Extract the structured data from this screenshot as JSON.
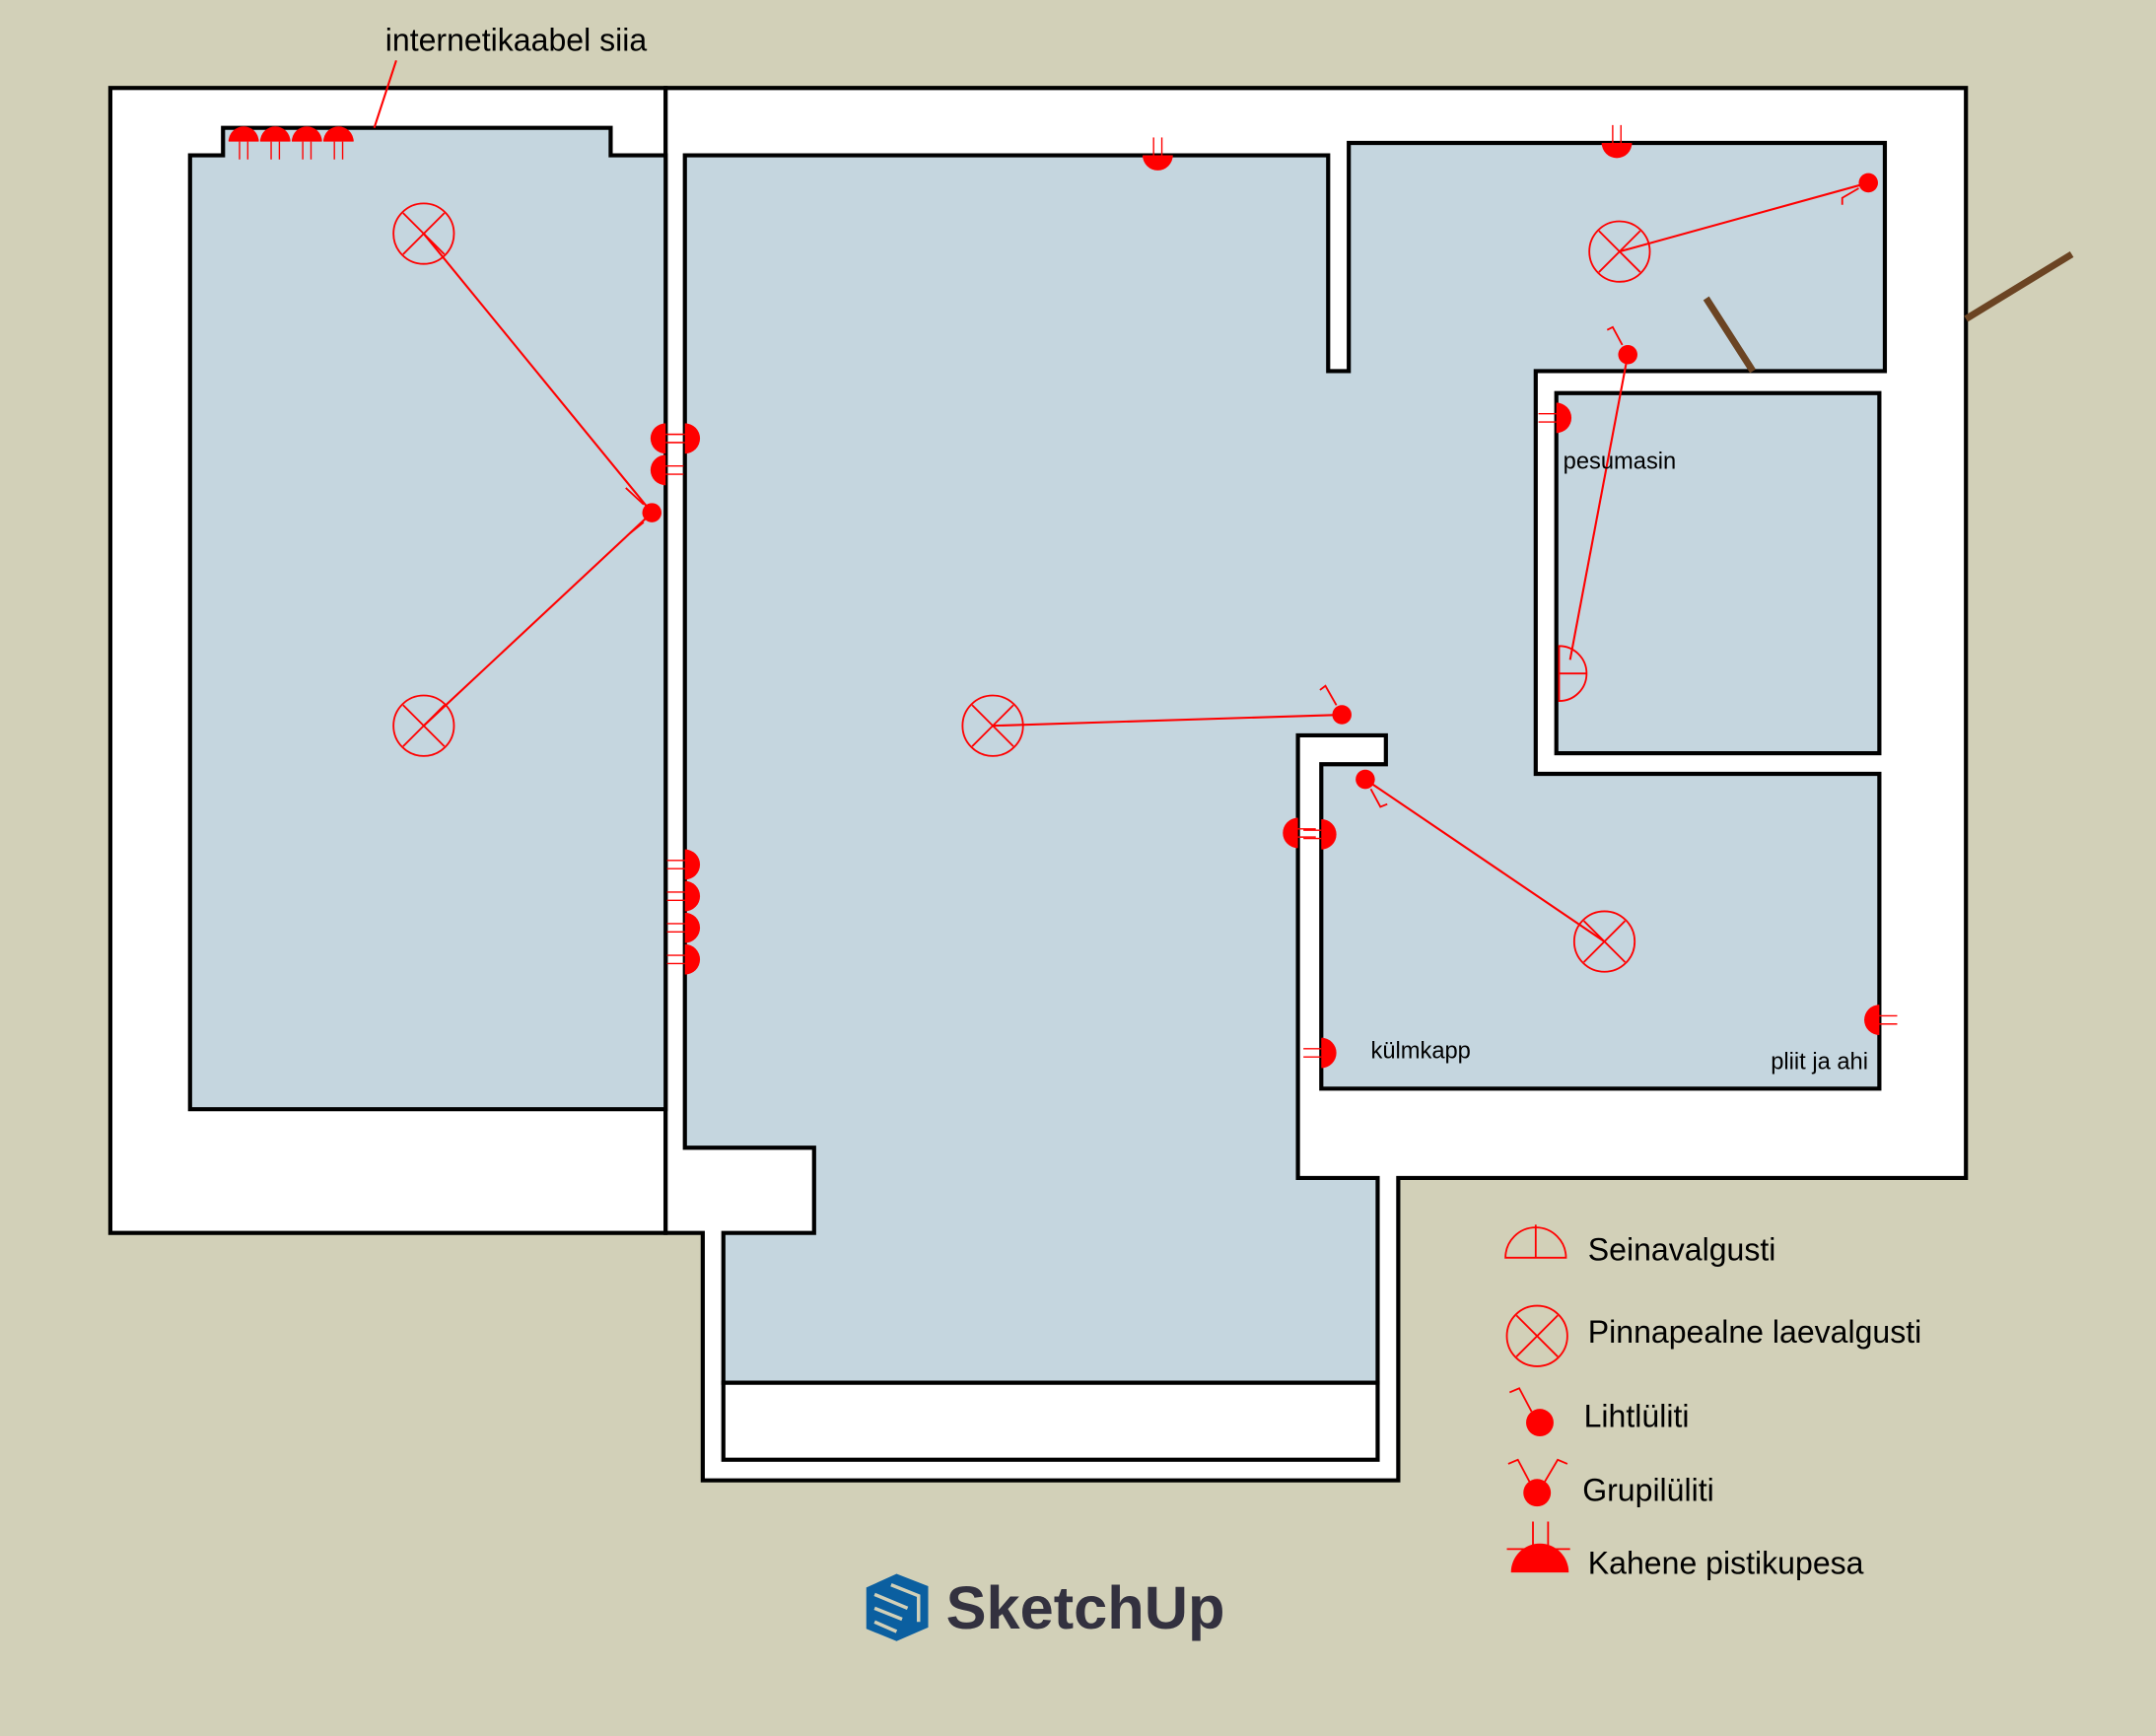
{
  "annotations": {
    "internet_cable": "internetikaabel siia",
    "washing_machine": "pesumasin",
    "fridge": "külmkapp",
    "stove_oven": "pliit ja ahi"
  },
  "legend": [
    {
      "icon": "wall-light-icon",
      "label": "Seinavalgusti"
    },
    {
      "icon": "ceiling-light-icon",
      "label": "Pinnapealne laevalgusti"
    },
    {
      "icon": "single-switch-icon",
      "label": "Lihtlüliti"
    },
    {
      "icon": "group-switch-icon",
      "label": "Grupilüliti"
    },
    {
      "icon": "double-socket-icon",
      "label": "Kahene pistikupesa"
    }
  ],
  "logo": {
    "text": "SketchUp"
  },
  "colors": {
    "background": "#d2d0b8",
    "room": "#c5d6df",
    "symbol": "#ff0000",
    "logo_blue": "#0b5fa0",
    "logo_text": "#33313f"
  }
}
